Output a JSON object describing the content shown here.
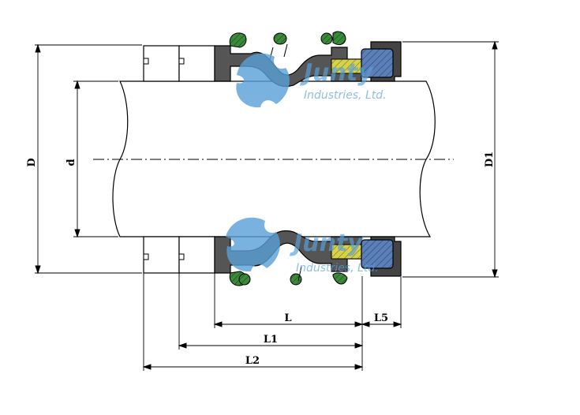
{
  "diagram": {
    "dimension_labels": {
      "D": "D",
      "d": "d",
      "D1": "D1",
      "L": "L",
      "L1": "L1",
      "L2": "L2",
      "L5": "L5"
    },
    "colors": {
      "line": "#000000",
      "seal_body": "#555555",
      "oring_green": "#3a8a3a",
      "spring_green": "#3a8a3a",
      "drive_pin_yellow": "#d8d24a",
      "seat_blue": "#5b7fb8",
      "gland_dark": "#444444",
      "watermark_blue": "#5aa0d8"
    },
    "watermark": {
      "brand": "Junty",
      "subtitle": "Industries, Ltd."
    }
  }
}
